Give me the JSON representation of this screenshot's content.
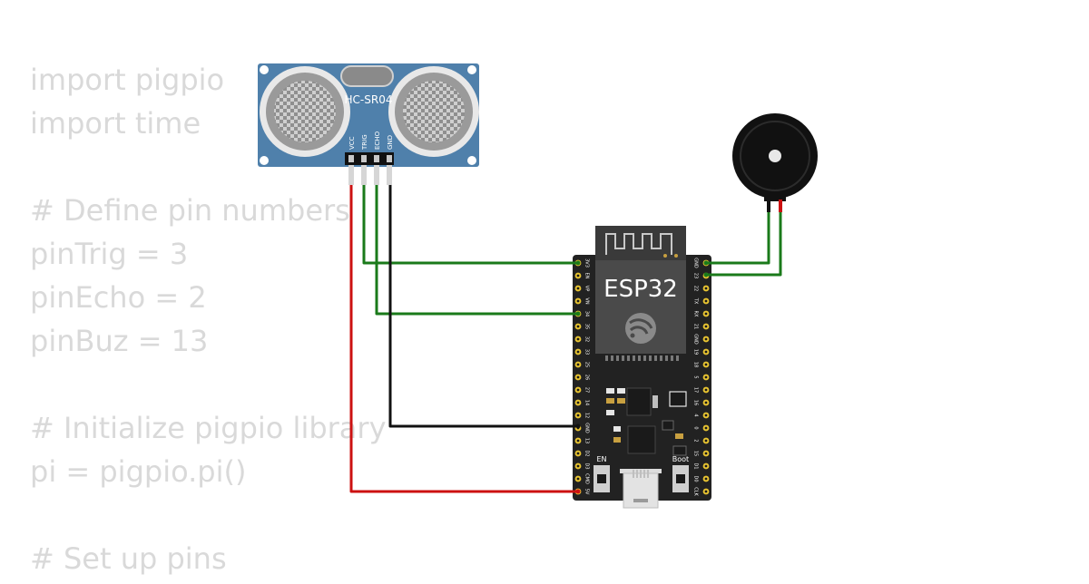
{
  "code_lines": [
    "import pigpio",
    "import time",
    "",
    "# Define pin numbers",
    "pinTrig = 3",
    "pinEcho = 2",
    "pinBuz = 13",
    "",
    "# Initialize pigpio library",
    "pi = pigpio.pi()",
    "",
    "# Set up pins"
  ],
  "sensor": {
    "label": "HC-SR04",
    "pins": [
      "VCC",
      "TRIG",
      "ECHO",
      "GND"
    ]
  },
  "board": {
    "label": "ESP32",
    "button_en": "EN",
    "button_boot": "Boot",
    "pins_left": [
      "3V3",
      "EN",
      "VP",
      "VN",
      "34",
      "35",
      "32",
      "33",
      "25",
      "26",
      "27",
      "14",
      "12",
      "GND",
      "13",
      "D2",
      "D3",
      "CMD",
      "5V"
    ],
    "pins_right": [
      "GND",
      "23",
      "22",
      "TX",
      "RX",
      "21",
      "GND",
      "19",
      "18",
      "5",
      "17",
      "16",
      "4",
      "0",
      "2",
      "15",
      "D1",
      "D0",
      "CLK"
    ]
  },
  "colors": {
    "wire_signal": "#1a7a1a",
    "wire_power": "#cc1111",
    "wire_ground": "#111111",
    "sensor_pcb": "#4f80ab",
    "board_pcb": "#222222",
    "module": "#4a4a4a",
    "code_text": "#d9d9d9"
  }
}
